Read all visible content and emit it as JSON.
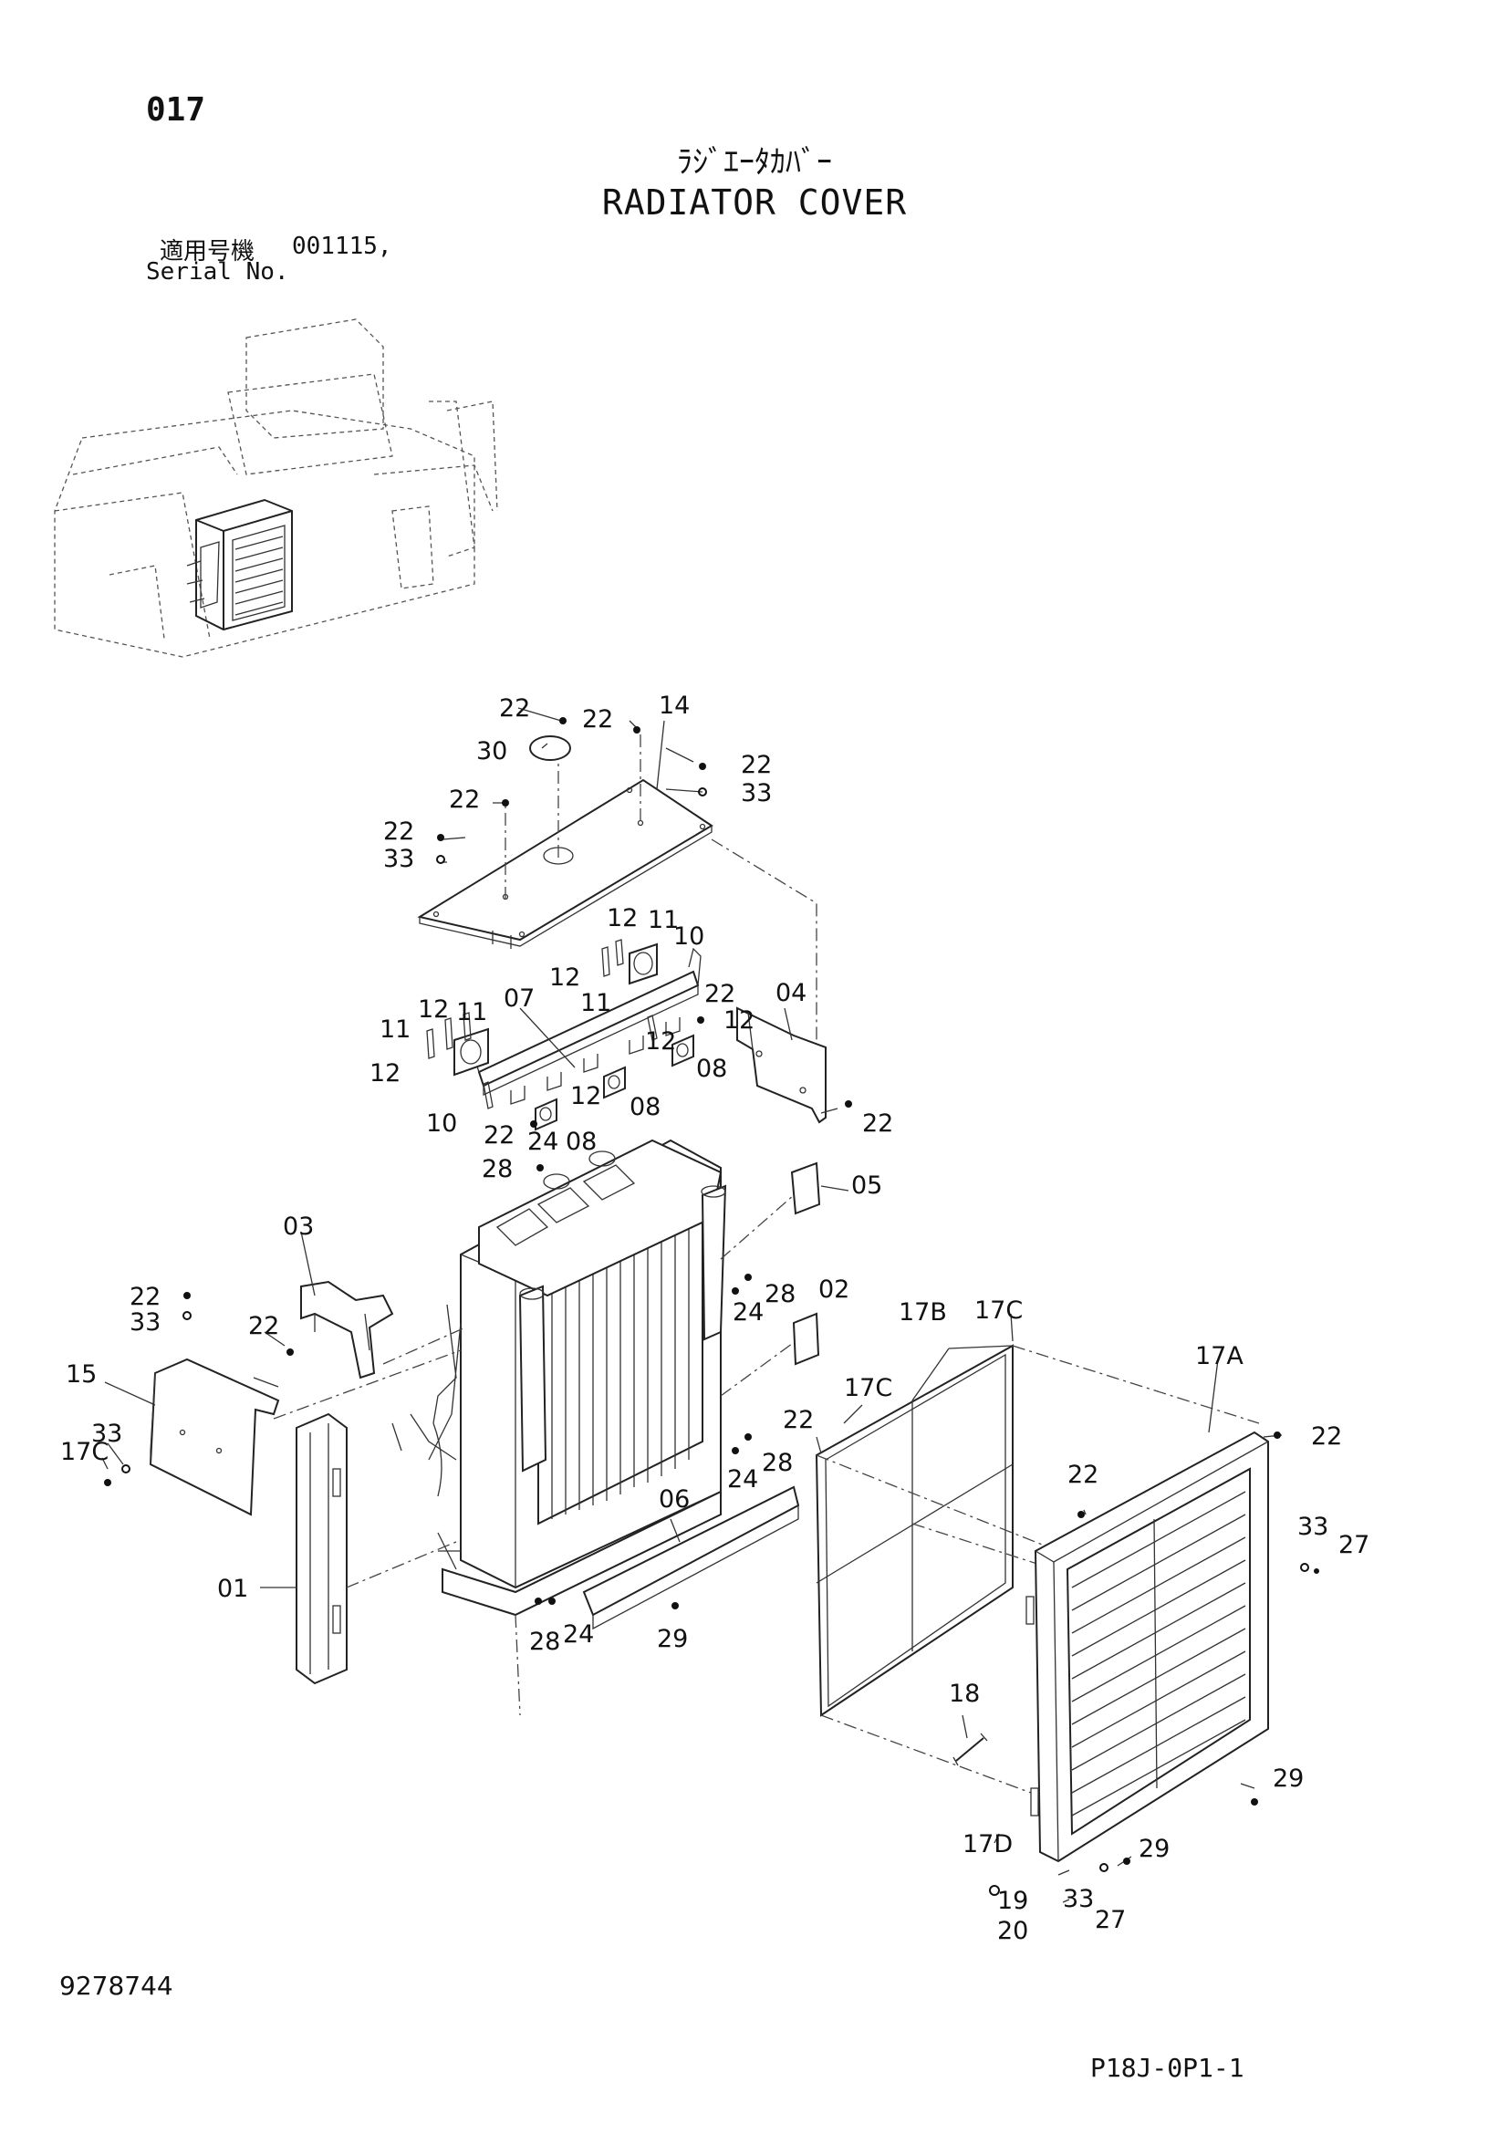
{
  "header": {
    "page_number": "017",
    "title_jp": "ﾗｼﾞｴｰﾀｶﾊﾞｰ",
    "title_en": "RADIATOR COVER",
    "serial_label_jp": "適用号機",
    "serial_value": "001115,",
    "serial_label_en": "Serial No."
  },
  "footer": {
    "doc_id": "9278744",
    "sheet_code": "P18J-0P1-1"
  },
  "callouts": [
    "22",
    "22",
    "14",
    "30",
    "22",
    "33",
    "22",
    "22",
    "33",
    "12",
    "11",
    "10",
    "12",
    "11",
    "07",
    "22",
    "04",
    "12",
    "11",
    "12",
    "11",
    "12",
    "12",
    "08",
    "12",
    "08",
    "10",
    "22",
    "24",
    "08",
    "22",
    "28",
    "05",
    "03",
    "22",
    "33",
    "22",
    "28",
    "24",
    "02",
    "17B",
    "17C",
    "17A",
    "15",
    "22",
    "33",
    "17C",
    "17C",
    "22",
    "28",
    "24",
    "06",
    "22",
    "33",
    "27",
    "01",
    "28",
    "24",
    "29",
    "18",
    "29",
    "17D",
    "29",
    "19",
    "33",
    "27",
    "20"
  ]
}
